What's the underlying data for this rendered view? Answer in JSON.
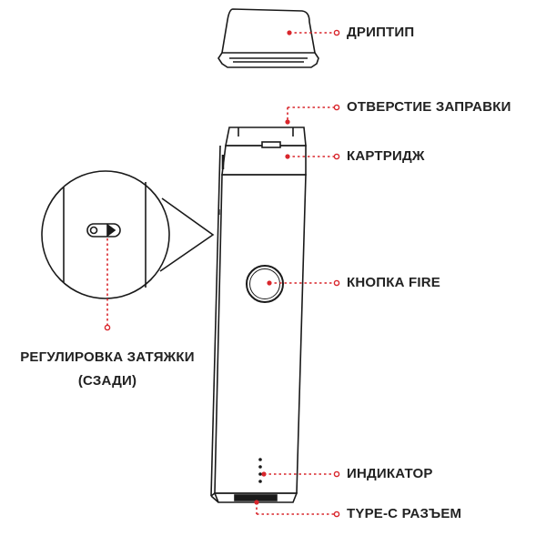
{
  "labels": {
    "driptip": "ДРИПТИП",
    "fill_hole": "ОТВЕРСТИЕ ЗАПРАВКИ",
    "cartridge": "КАРТРИДЖ",
    "fire_button": "КНОПКА FIRE",
    "airflow_line1": "РЕГУЛИРОВКА ЗАТЯЖКИ",
    "airflow_line2": "(СЗАДИ)",
    "indicator": "ИНДИКАТОР",
    "typec_port": "TYPE-C РАЗЪЕМ"
  },
  "colors": {
    "accent": "#d9262c",
    "outline": "#1a1a1a",
    "text": "#222222"
  }
}
